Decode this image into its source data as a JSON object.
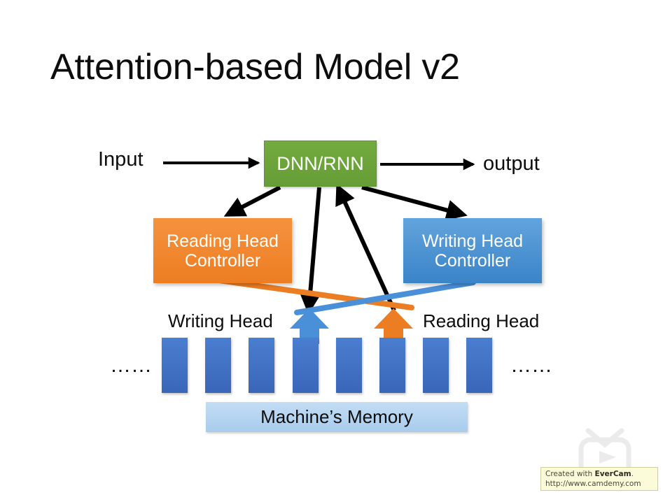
{
  "slide": {
    "title": "Attention-based Model v2",
    "background_color": "#ffffff"
  },
  "labels": {
    "input": "Input",
    "output": "output",
    "writing_head": "Writing Head",
    "reading_head": "Reading Head",
    "ellipsis_left": "……",
    "ellipsis_right": "……"
  },
  "boxes": {
    "dnn": {
      "label": "DNN/RNN",
      "color": "#6ba43a",
      "text_color": "#ffffff"
    },
    "reading_controller": {
      "line1": "Reading Head",
      "line2": "Controller",
      "color": "#ed7d22",
      "text_color": "#ffffff"
    },
    "writing_controller": {
      "line1": "Writing Head",
      "line2": "Controller",
      "color": "#3a84c8",
      "text_color": "#ffffff"
    },
    "machine_memory": {
      "label": "Machine’s Memory",
      "color": "#a8cced",
      "text_color": "#0d0d0d"
    }
  },
  "memory": {
    "cell_count": 8,
    "cell_color": "#4472c4",
    "write_head_arrow_color": "#4a90d9",
    "read_head_arrow_color": "#ed7d22"
  },
  "connectors": {
    "input_arrow_color": "#000000",
    "output_arrow_color": "#000000",
    "controller_arrow_color": "#000000",
    "read_link_color": "#ed7d22",
    "write_link_color": "#4a90d9"
  },
  "watermark": {
    "tv_icon": "play-tv-icon",
    "created_with": "Created with ",
    "brand": "EverCam",
    "period": ".",
    "url": "http://www.camdemy.com",
    "badge_color": "#fbfbd9"
  }
}
